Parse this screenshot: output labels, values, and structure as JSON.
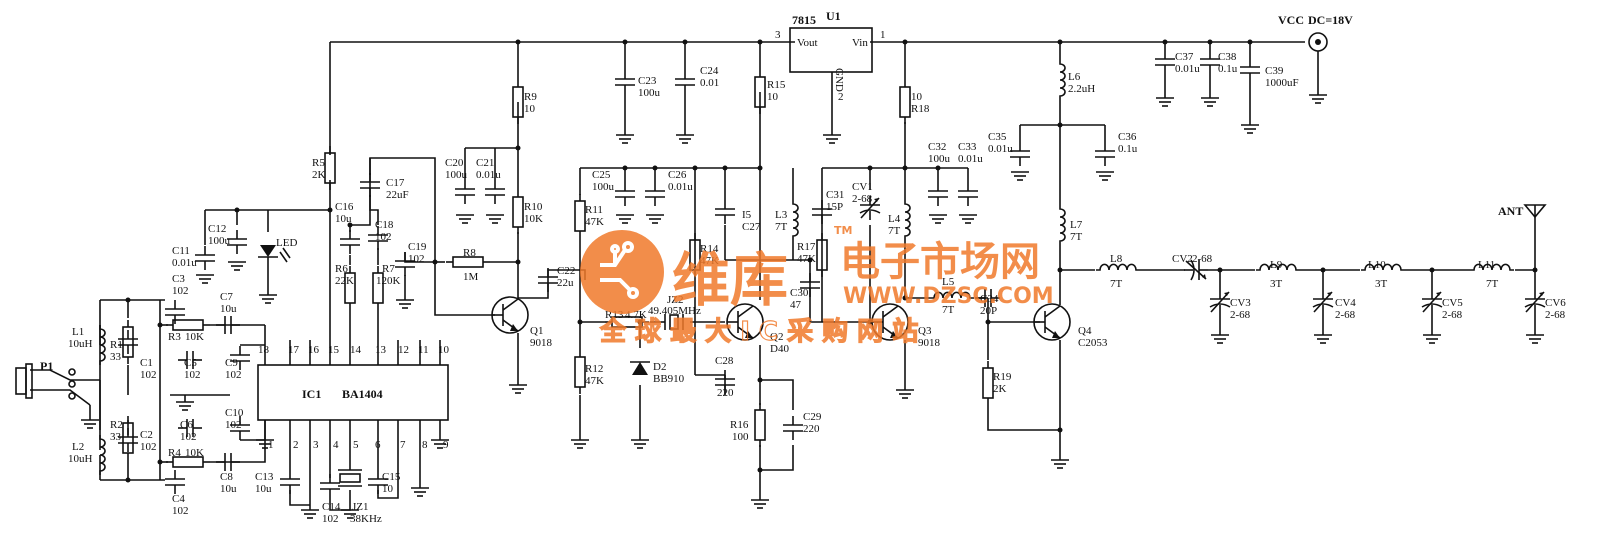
{
  "regulator": {
    "ref": "U1",
    "part": "7815",
    "vout": "Vout",
    "vin": "Vin",
    "gnd": "GND",
    "pin1": "1",
    "pin2": "2",
    "pin3": "3"
  },
  "power": {
    "vcc": "VCC",
    "dc": "DC=18V"
  },
  "ic": {
    "ref": "IC1",
    "part": "BA1404",
    "top_pins": [
      "18",
      "17",
      "16",
      "15",
      "14",
      "13",
      "12",
      "11",
      "10"
    ],
    "bottom_pins": [
      "1",
      "2",
      "3",
      "4",
      "5",
      "6",
      "7",
      "8",
      "9"
    ]
  },
  "input": {
    "connector": "P1"
  },
  "antenna": {
    "label": "ANT"
  },
  "components": {
    "L1": [
      "L1",
      "10uH"
    ],
    "L2": [
      "L2",
      "10uH"
    ],
    "R1": [
      "R1",
      "33"
    ],
    "R2": [
      "R2",
      "33"
    ],
    "C1": [
      "C1",
      "102"
    ],
    "C2": [
      "C2",
      "102"
    ],
    "C3": [
      "C3",
      "102"
    ],
    "C4": [
      "C4",
      "102"
    ],
    "C5": [
      "C5",
      "102"
    ],
    "C6": [
      "C6",
      "102"
    ],
    "R3": [
      "R3",
      "10K"
    ],
    "R4": [
      "R4",
      "10K"
    ],
    "C7": [
      "C7",
      "10u"
    ],
    "C8": [
      "C8",
      "10u"
    ],
    "C9": [
      "C9",
      "102"
    ],
    "C10": [
      "C10",
      "102"
    ],
    "C11": [
      "C11",
      "0.01u"
    ],
    "C12": [
      "C12",
      "100u"
    ],
    "LED": [
      "LED",
      ""
    ],
    "R5": [
      "R5",
      "2K"
    ],
    "C16": [
      "C16",
      "10u"
    ],
    "C17": [
      "C17",
      "22uF"
    ],
    "C18": [
      "C18",
      "102"
    ],
    "R6": [
      "R6",
      "22K"
    ],
    "R7": [
      "R7",
      "120K"
    ],
    "C19": [
      "C19",
      "102"
    ],
    "C13": [
      "C13",
      "10u"
    ],
    "C14": [
      "C14",
      "102"
    ],
    "JZ1": [
      "JZ1",
      "38KHz"
    ],
    "C15": [
      "C15",
      "10"
    ],
    "R8": [
      "R8",
      "1M"
    ],
    "R9": [
      "R9",
      "10"
    ],
    "R10": [
      "R10",
      "10K"
    ],
    "C20": [
      "C20",
      "100u"
    ],
    "C21": [
      "C21",
      "0.01u"
    ],
    "Q1": [
      "Q1",
      "9018"
    ],
    "C22": [
      "C22",
      "22u"
    ],
    "C23": [
      "C23",
      "100u"
    ],
    "C24": [
      "C24",
      "0.01"
    ],
    "R15": [
      "R15",
      "10"
    ],
    "C25": [
      "C25",
      "100u"
    ],
    "C26": [
      "C26",
      "0.01u"
    ],
    "R11": [
      "R11",
      "47K"
    ],
    "R12": [
      "R12",
      "47K"
    ],
    "R13": [
      "R13",
      "4.7K"
    ],
    "JZ2": [
      "JZ2",
      "49.405MHz"
    ],
    "D2": [
      "D2",
      "BB910"
    ],
    "C27": [
      "I5",
      "C27"
    ],
    "L3": [
      "L3",
      "7T"
    ],
    "R14": [
      "R14",
      "47K"
    ],
    "R17": [
      "R17",
      "47K"
    ],
    "C30": [
      "C30",
      "47"
    ],
    "Q2": [
      "Q2",
      "D40"
    ],
    "C28": [
      "C28",
      "220"
    ],
    "R16": [
      "R16",
      "100"
    ],
    "C29": [
      "C29",
      "220"
    ],
    "R18": [
      "10",
      "R18"
    ],
    "C31": [
      "C31",
      "15P"
    ],
    "CV1": [
      "CV1",
      "2-68"
    ],
    "L4": [
      "L4",
      "7T"
    ],
    "C32": [
      "C32",
      "100u"
    ],
    "C33": [
      "C33",
      "0.01u"
    ],
    "L5": [
      "L5",
      "7T"
    ],
    "C34": [
      "C34",
      "20P"
    ],
    "Q3": [
      "Q3",
      "9018"
    ],
    "R19": [
      "R19",
      "2K"
    ],
    "L6": [
      "L6",
      "2.2uH"
    ],
    "C35": [
      "C35",
      "0.01u"
    ],
    "C36": [
      "C36",
      "0.1u"
    ],
    "L7": [
      "L7",
      "7T"
    ],
    "Q4": [
      "Q4",
      "C2053"
    ],
    "C37": [
      "C37",
      "0.01u"
    ],
    "C38": [
      "C38",
      "0.1u"
    ],
    "C39": [
      "C39",
      "1000uF"
    ],
    "L8": [
      "L8",
      "7T"
    ],
    "CV2": [
      "CV2",
      "2-68"
    ],
    "L9": [
      "L9",
      "3T"
    ],
    "L10": [
      "L10",
      "3T"
    ],
    "L11": [
      "L11",
      "7T"
    ],
    "CV3": [
      "CV3",
      "2-68"
    ],
    "CV4": [
      "CV4",
      "2-68"
    ],
    "CV5": [
      "CV5",
      "2-68"
    ],
    "CV6": [
      "CV6",
      "2-68"
    ]
  },
  "watermark": {
    "logo_text": "维库",
    "tm": "TM",
    "title": "电子市场网",
    "url": "WWW.DZSC.COM",
    "slogan": "全 球 最 大 I C 采 购 网 站",
    "color": "#F07A2B"
  }
}
